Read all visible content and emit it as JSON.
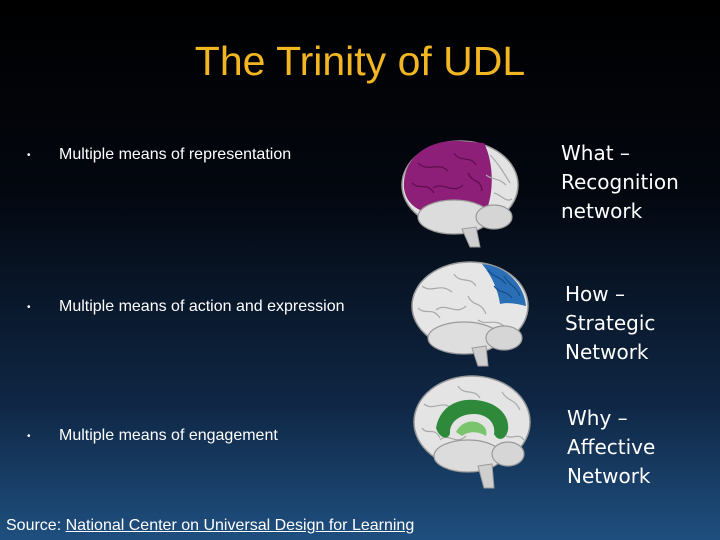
{
  "slide": {
    "title": "The Trinity of UDL",
    "rows": [
      {
        "bullet": "•",
        "text": "Multiple means of representation",
        "network_lines": [
          "What –",
          "Recognition",
          "network"
        ],
        "highlight_color": "#8e1f78"
      },
      {
        "bullet": "•",
        "text": "Multiple means of action and expression",
        "network_lines": [
          "How –",
          "Strategic",
          "Network"
        ],
        "highlight_color": "#2a6fb5"
      },
      {
        "bullet": "•",
        "text": "Multiple means of engagement",
        "network_lines": [
          "Why –",
          "Affective",
          "Network"
        ],
        "highlight_color": "#2e8a3a"
      }
    ],
    "source": {
      "label": "Source: ",
      "link_text": "National Center on Universal Design for Learning"
    }
  }
}
